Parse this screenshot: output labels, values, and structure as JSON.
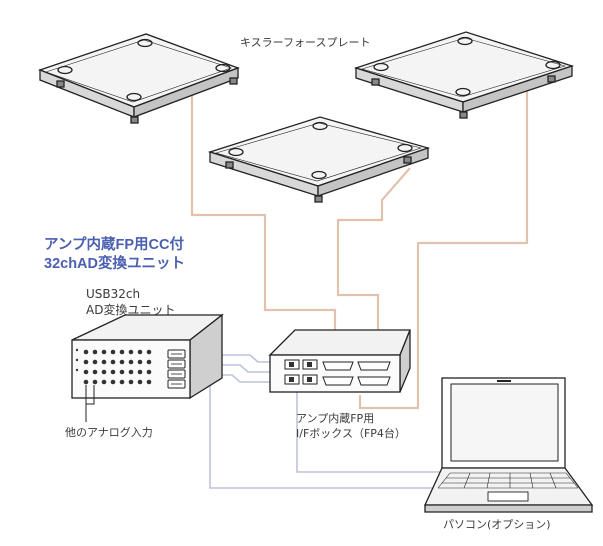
{
  "labels": {
    "force_plates": "キスラーフォースプレート",
    "title_line1": "アンプ内蔵FP用CC付",
    "title_line2": "32chAD変換ユニット",
    "usb_line1": "USB32ch",
    "usb_line2": "AD変換ユニット",
    "other_analog": "他のアナログ入力",
    "if_line1": "アンプ内蔵FP用",
    "if_line2": "I/Fボックス（FP4台）",
    "pc": "パソコン(オプション)"
  },
  "colors": {
    "title": "#4a5fb0",
    "plate_cable": "#e2c2ae",
    "data_cable": "#bcc4dc",
    "outline": "#222222"
  }
}
